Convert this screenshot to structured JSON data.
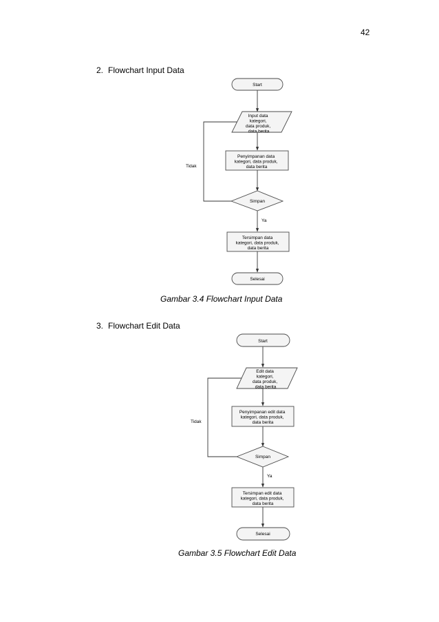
{
  "page_number": "42",
  "sections": [
    {
      "number": "2.",
      "title": "Flowchart Input Data",
      "caption": "Gambar 3.4 Flowchart Input Data",
      "nodes": {
        "start": "Start",
        "input": [
          "Input data",
          "kategori,",
          "data produk,",
          "data berita"
        ],
        "process": [
          "Penyimpanan data",
          "kategori, data produk,",
          "data berita"
        ],
        "decision": "Simpan",
        "saved": [
          "Tersimpan data",
          "kategori, data produk,",
          "data berita"
        ],
        "end": "Selesai"
      },
      "edge_labels": {
        "no": "Tidak",
        "yes": "Ya"
      }
    },
    {
      "number": "3.",
      "title": "Flowchart Edit Data",
      "caption": "Gambar 3.5 Flowchart Edit Data",
      "nodes": {
        "start": "Start",
        "input": [
          "Edit data",
          "kategori,",
          "data produk,",
          "data berita"
        ],
        "process": [
          "Penyimpanan edit data",
          "kategori, data produk,",
          "data berita"
        ],
        "decision": "Simpan",
        "saved": [
          "Tersimpan edit data",
          "kategori, data produk,",
          "data berita"
        ],
        "end": "Selesai"
      },
      "edge_labels": {
        "no": "Tidak",
        "yes": "Ya"
      }
    }
  ]
}
